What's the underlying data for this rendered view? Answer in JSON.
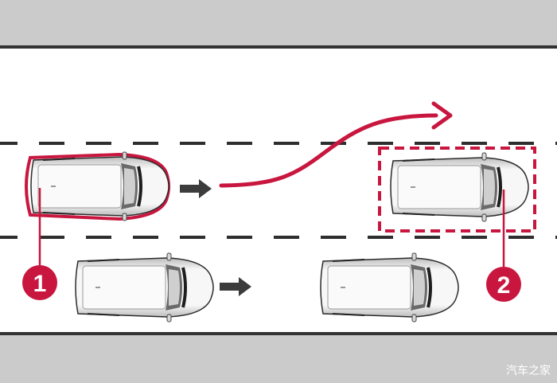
{
  "diagram": {
    "callouts": [
      {
        "number": "1"
      },
      {
        "number": "2"
      }
    ],
    "colors": {
      "accent": "#c8163f",
      "shoulder": "#cbcbcb",
      "edge_line": "#333333",
      "lane_dash": "#2e2e2e",
      "arrow_gray": "#3c3c3c"
    }
  },
  "watermark": "汽车之家"
}
